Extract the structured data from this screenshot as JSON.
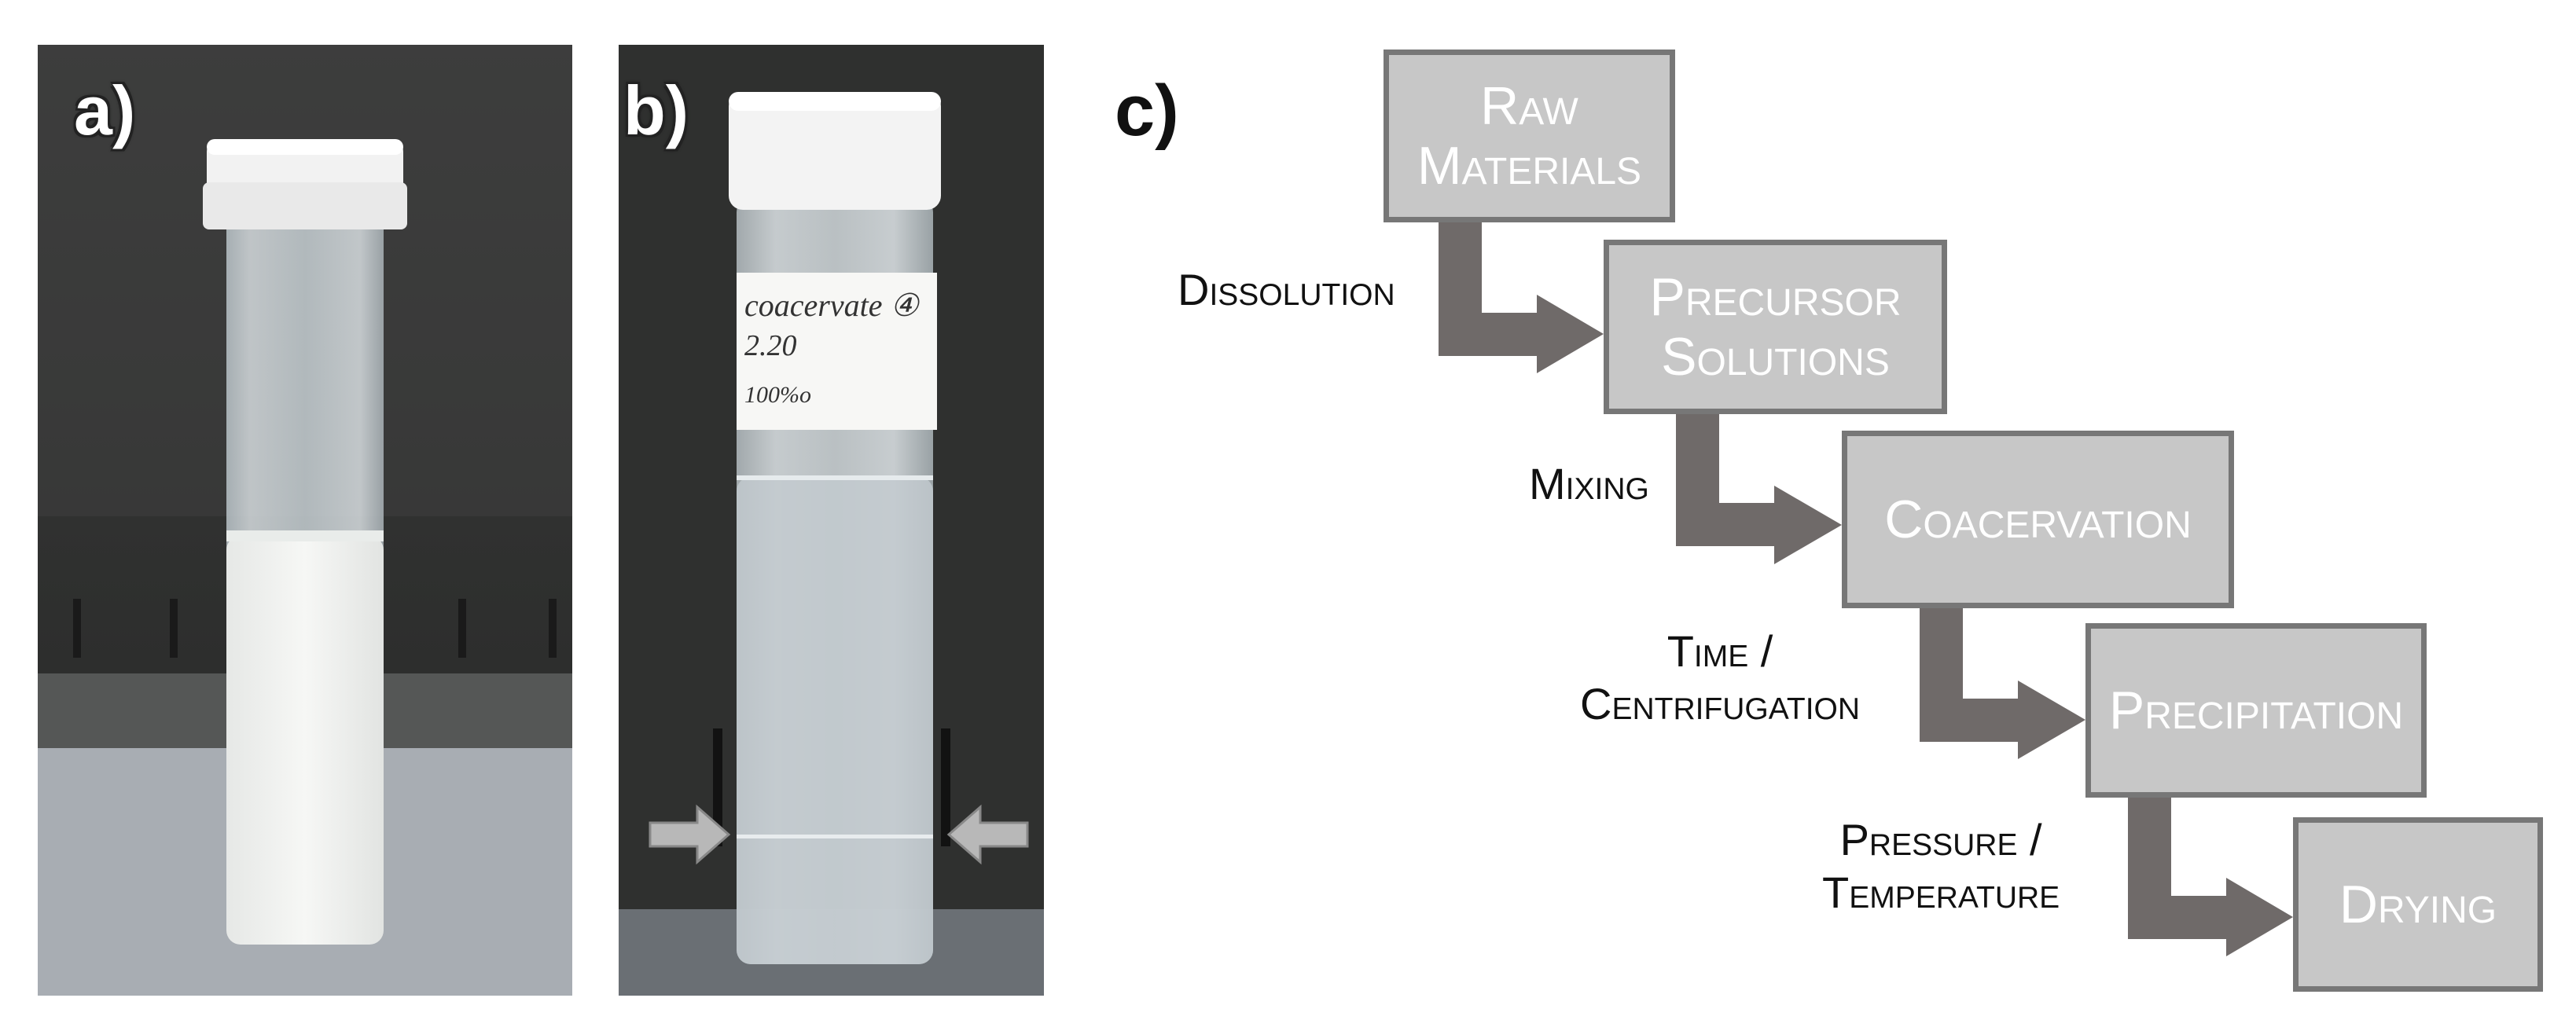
{
  "panels": {
    "a": {
      "label": "a)"
    },
    "b": {
      "label": "b)",
      "tube_label": {
        "line1": "coacervate ④",
        "line2": "2.20",
        "line3": "100%o"
      }
    },
    "c": {
      "label": "c)"
    }
  },
  "flow": {
    "steps": [
      {
        "id": "raw",
        "text": "Raw\nMaterials"
      },
      {
        "id": "prec",
        "text": "Precursor\nSolutions"
      },
      {
        "id": "coac",
        "text": "Coacervation"
      },
      {
        "id": "precip",
        "text": "Precipitation"
      },
      {
        "id": "dry",
        "text": "Drying"
      }
    ],
    "transitions": [
      {
        "text": "Dissolution"
      },
      {
        "text": "Mixing"
      },
      {
        "text": "Time /\nCentrifugation"
      },
      {
        "text": "Pressure /\nTemperature"
      }
    ]
  },
  "colors": {
    "box_fill": "#c7c7c7",
    "box_border": "#777777",
    "arrow": "#6f6a69",
    "box_text": "#ffffff",
    "label_text": "#111111"
  }
}
